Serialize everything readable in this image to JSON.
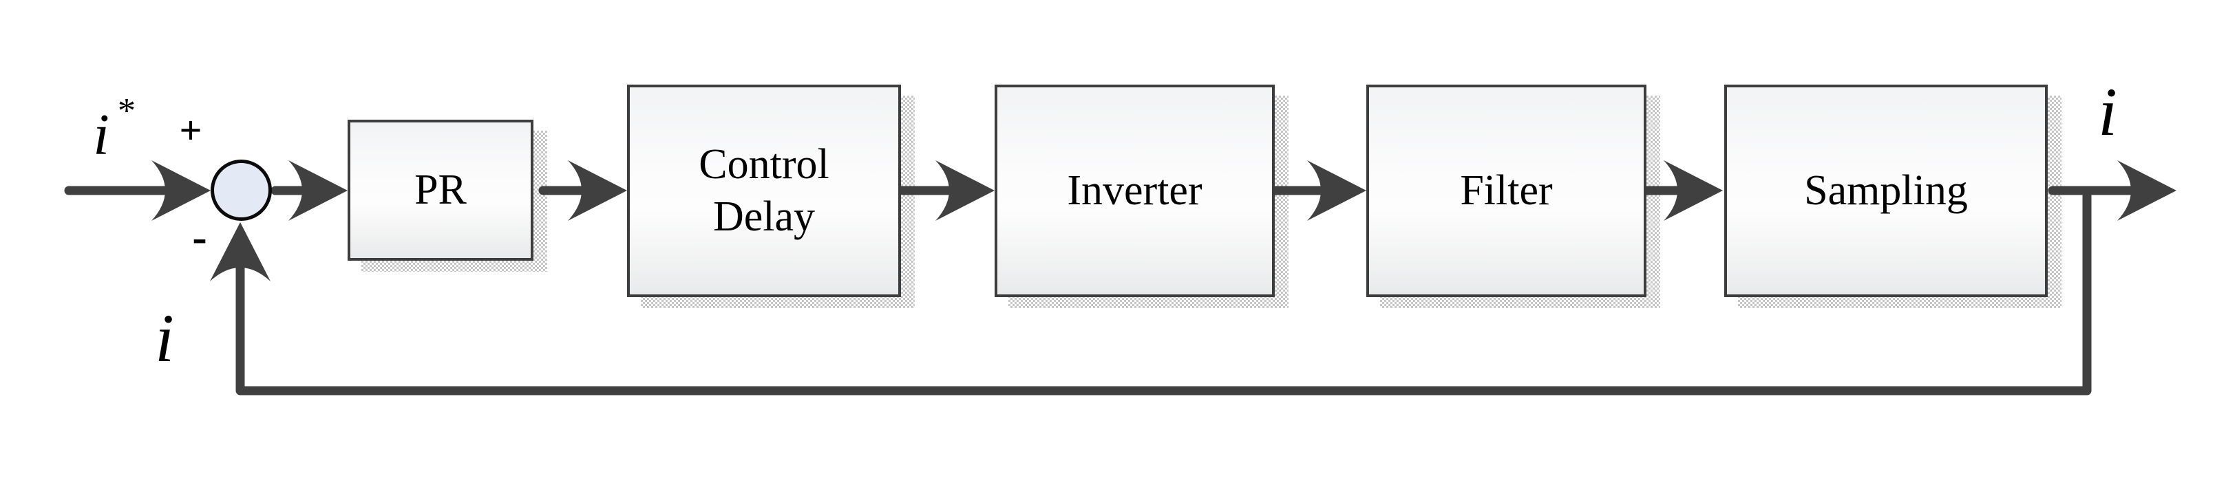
{
  "diagram": {
    "description": "Closed-loop current control block diagram",
    "labels": {
      "reference_current": "i",
      "reference_sup": "*",
      "plus": "+",
      "minus": "-",
      "feedback_current": "i",
      "output_current": "i"
    },
    "blocks": [
      {
        "id": "pr",
        "label": "PR"
      },
      {
        "id": "control-delay",
        "label": "Control\nDelay"
      },
      {
        "id": "inverter",
        "label": "Inverter"
      },
      {
        "id": "filter",
        "label": "Filter"
      },
      {
        "id": "sampling",
        "label": "Sampling"
      }
    ],
    "colors": {
      "line": "#404040",
      "box_border": "#3d3d3d",
      "box_fill_light": "#fdfdfd",
      "box_fill_dark": "#e9eaeb",
      "sum_junction_fill": "#e3eaf6",
      "sum_junction_border": "#0b0b0b",
      "shadow": "#c7c7c7"
    }
  }
}
